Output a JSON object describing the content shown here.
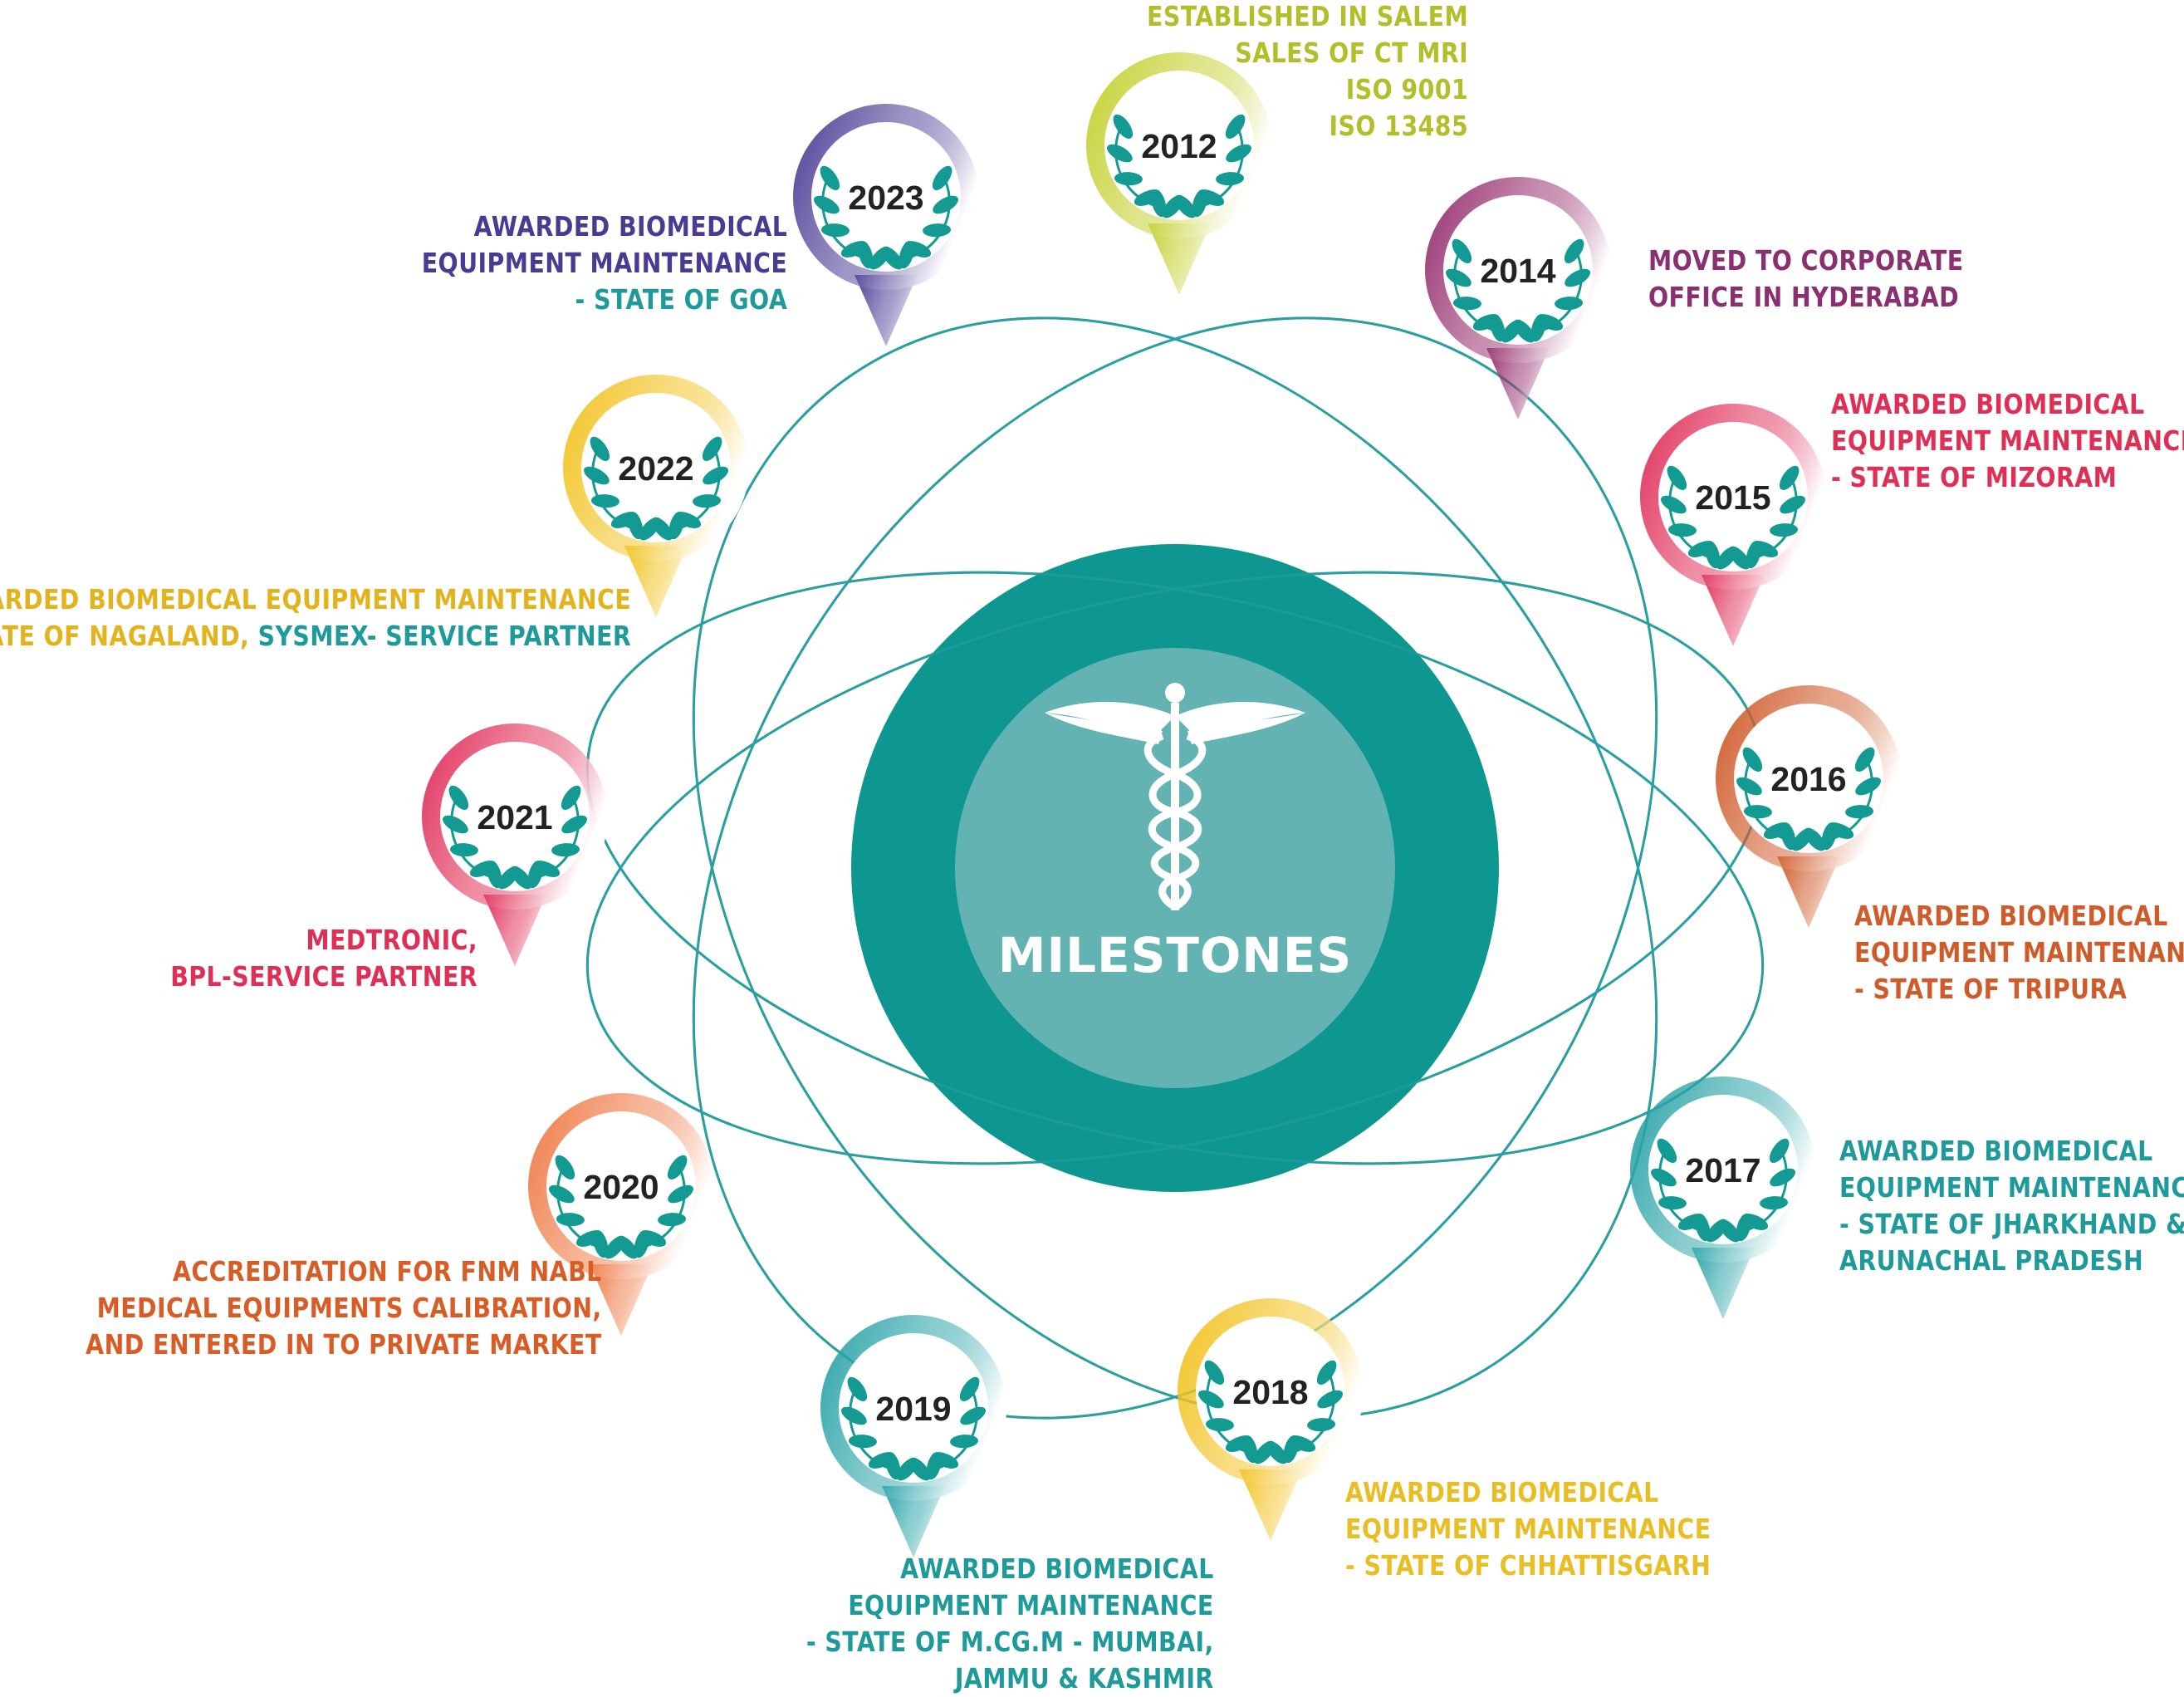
{
  "center": {
    "title": "MILESTONES",
    "icon": "caduceus-icon",
    "outer_color": "#0e9790",
    "inner_color": "#62b3b2"
  },
  "orbit_color": "#2a9fa2",
  "milestones": [
    {
      "id": "2012",
      "year": "2012",
      "color": "#c4d02f",
      "lines": [
        "ESTABLISHED IN SALEM",
        "SALES OF CT MRI",
        "ISO 9001",
        "ISO 13485"
      ],
      "line_colors": [
        "#b3bf2a",
        "#b3bf2a",
        "#b3bf2a",
        "#b3bf2a"
      ]
    },
    {
      "id": "2014",
      "year": "2014",
      "color": "#96306f",
      "lines": [
        "MOVED TO CORPORATE",
        "OFFICE IN HYDERABAD"
      ],
      "line_colors": [
        "#8a2f70",
        "#8a2f70"
      ]
    },
    {
      "id": "2015",
      "year": "2015",
      "color": "#e0305a",
      "lines": [
        "AWARDED BIOMEDICAL",
        "EQUIPMENT MAINTENANCE",
        "- STATE OF MIZORAM"
      ],
      "line_colors": [
        "#df2f55",
        "#df2f55",
        "#df2f55"
      ]
    },
    {
      "id": "2016",
      "year": "2016",
      "color": "#cf5b2a",
      "lines": [
        "AWARDED BIOMEDICAL",
        "EQUIPMENT MAINTENANCE",
        "- STATE OF TRIPURA"
      ],
      "line_colors": [
        "#cf5b2a",
        "#cf5b2a",
        "#cf5b2a"
      ]
    },
    {
      "id": "2017",
      "year": "2017",
      "color": "#2aa3a8",
      "lines": [
        "AWARDED BIOMEDICAL",
        "EQUIPMENT MAINTENANCE",
        "- STATE OF JHARKHAND &",
        "ARUNACHAL PRADESH"
      ],
      "line_colors": [
        "#1f9a9a",
        "#1f9a9a",
        "#1f9a9a",
        "#1f9a9a"
      ]
    },
    {
      "id": "2018",
      "year": "2018",
      "color": "#f2c21f",
      "lines": [
        "AWARDED BIOMEDICAL",
        "EQUIPMENT MAINTENANCE",
        "- STATE OF CHHATTISGARH"
      ],
      "line_colors": [
        "#e9bd24",
        "#e9bd24",
        "#e9bd24"
      ]
    },
    {
      "id": "2019",
      "year": "2019",
      "color": "#2aa3a8",
      "lines": [
        "AWARDED BIOMEDICAL",
        "EQUIPMENT MAINTENANCE",
        "- STATE OF M.CG.M - MUMBAI,",
        "JAMMU & KASHMIR"
      ],
      "line_colors": [
        "#1f9a9a",
        "#1f9a9a",
        "#1f9a9a",
        "#1f9a9a"
      ]
    },
    {
      "id": "2020",
      "year": "2020",
      "color": "#ee7a45",
      "lines": [
        "ACCREDITATION FOR FNM NABL",
        "MEDICAL EQUIPMENTS CALIBRATION,",
        "AND ENTERED IN TO PRIVATE MARKET"
      ],
      "line_colors": [
        "#d85c26",
        "#d85c26",
        "#d85c26"
      ]
    },
    {
      "id": "2021",
      "year": "2021",
      "color": "#e0305a",
      "lines": [
        "MEDTRONIC,",
        "BPL-SERVICE PARTNER"
      ],
      "line_colors": [
        "#df2f55",
        "#df2f55"
      ]
    },
    {
      "id": "2022",
      "year": "2022",
      "color": "#f2c21f",
      "lines": [
        "AWARDED BIOMEDICAL EQUIPMENT MAINTENANCE"
      ],
      "line_colors": [
        "#e3b31d"
      ],
      "line2_parts": [
        "- STATE OF NAGALAND, ",
        "SYSMEX- SERVICE PARTNER"
      ],
      "line2_colors": [
        "#e3b31d",
        "#1f9a9a"
      ]
    },
    {
      "id": "2023",
      "year": "2023",
      "color": "#4e3f96",
      "lines": [
        "AWARDED BIOMEDICAL",
        "EQUIPMENT MAINTENANCE",
        "- STATE OF GOA"
      ],
      "line_colors": [
        "#4a3a93",
        "#4a3a93",
        "#1f9a9a"
      ]
    }
  ]
}
